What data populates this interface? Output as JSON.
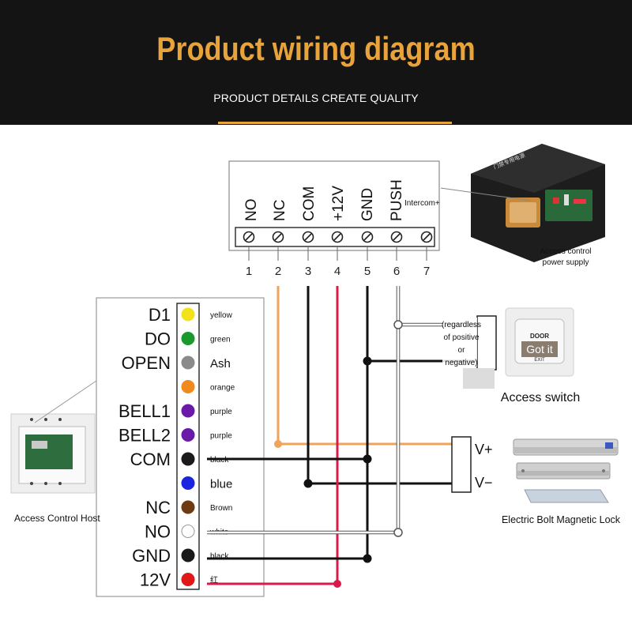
{
  "header": {
    "title": "Product wiring diagram",
    "subtitle": "PRODUCT DETAILS CREATE QUALITY",
    "accent_color": "#e8a33a",
    "background_color": "#141414"
  },
  "power_supply": {
    "terminals": [
      "NO",
      "NC",
      "COM",
      "+12V",
      "GND",
      "PUSH"
    ],
    "numbers": [
      "1",
      "2",
      "3",
      "4",
      "5",
      "6",
      "7"
    ],
    "intercom_label": "Intercom+",
    "device_caption_line1": "Access control",
    "device_caption_line2": "power supply"
  },
  "host": {
    "pins": [
      {
        "name": "D1",
        "color": "#f2e21a",
        "wire": "yellow"
      },
      {
        "name": "DO",
        "color": "#1a9a2c",
        "wire": "green"
      },
      {
        "name": "OPEN",
        "color": "#8a8a8a",
        "wire": "Ash"
      },
      {
        "name": "",
        "color": "#f08a1c",
        "wire": "orange"
      },
      {
        "name": "BELL1",
        "color": "#6a1aa8",
        "wire": "purple"
      },
      {
        "name": "BELL2",
        "color": "#6a1aa8",
        "wire": "purple"
      },
      {
        "name": "COM",
        "color": "#1a1a1a",
        "wire": "black"
      },
      {
        "name": "",
        "color": "#1a24e0",
        "wire": "blue"
      },
      {
        "name": "NC",
        "color": "#6e3a12",
        "wire": "Brown"
      },
      {
        "name": "NO",
        "color": "#ffffff",
        "wire": "white"
      },
      {
        "name": "GND",
        "color": "#1a1a1a",
        "wire": "black"
      },
      {
        "name": "12V",
        "color": "#e01818",
        "wire": "红"
      }
    ],
    "caption": "Access Control Host"
  },
  "access_switch": {
    "note_line1": "(regardless",
    "note_line2": "of positive",
    "note_line3": "or",
    "note_line4": "negative)",
    "button_top_text": "DOOR",
    "button_overlay": "Got it",
    "button_bottom_text": "EXIT",
    "caption": "Access switch"
  },
  "lock": {
    "terminal_plus": "V+",
    "terminal_minus": "V−",
    "caption": "Electric Bolt Magnetic Lock"
  },
  "wire_colors": {
    "nc_wire": "#f0a35a",
    "com_wire": "#111111",
    "plus12_wire": "#d81b4a",
    "gnd_wire": "#111111",
    "push_wire": "#ffffff"
  }
}
